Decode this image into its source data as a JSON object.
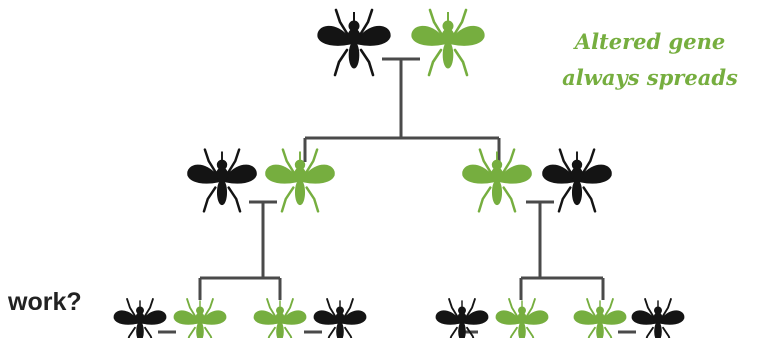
{
  "caption": {
    "line1": "Altered gene",
    "line2": "always spreads"
  },
  "side_label": "work?",
  "colors": {
    "wild_type": "#141414",
    "altered": "#76ae3f",
    "line": "#4a4a4a",
    "caption": "#76ae3f"
  },
  "icons": {
    "wild_type": "black-mosquito-icon",
    "altered": "green-mosquito-icon"
  }
}
